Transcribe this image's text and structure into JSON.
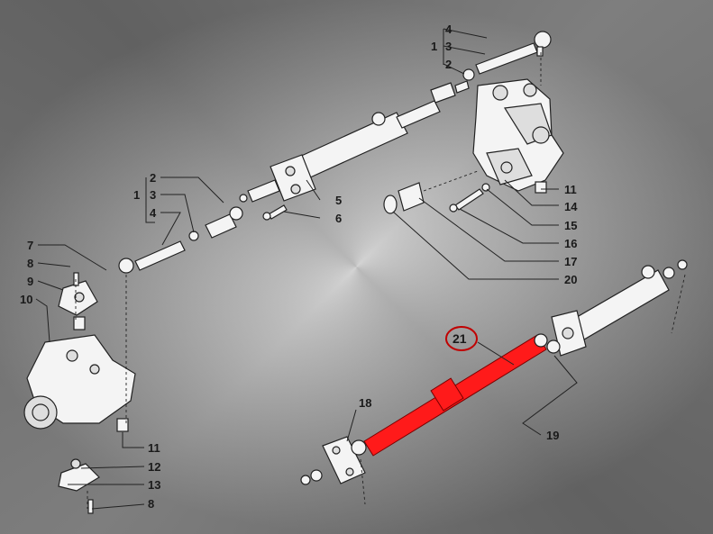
{
  "diagram": {
    "highlight_color": "#ff1a1a",
    "highlight_ring_color": "#c00000",
    "labels": {
      "l1a": "1",
      "l2a": "2",
      "l3a": "3",
      "l4a": "4",
      "l1b": "1",
      "l2b": "2",
      "l3b": "3",
      "l4b": "4",
      "l5": "5",
      "l6": "6",
      "l7": "7",
      "l8a": "8",
      "l9": "9",
      "l10": "10",
      "l11a": "11",
      "l11b": "11",
      "l12": "12",
      "l13": "13",
      "l8b": "8",
      "l14": "14",
      "l15": "15",
      "l16": "16",
      "l17": "17",
      "l20": "20",
      "l18": "18",
      "l19": "19",
      "l21": "21"
    }
  }
}
